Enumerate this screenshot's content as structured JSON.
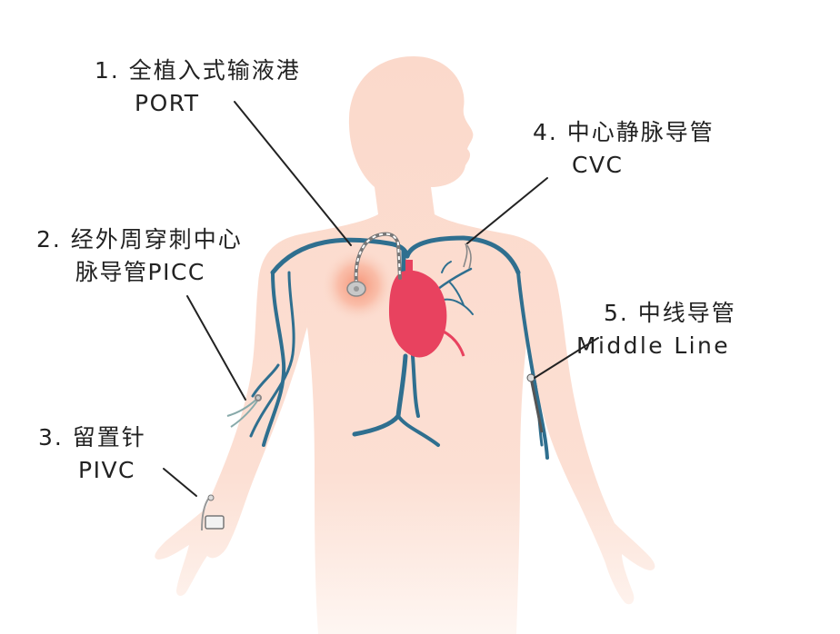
{
  "labels": {
    "port": {
      "title": "1. 全植入式输液港",
      "subtitle": "PORT"
    },
    "cvc": {
      "title": "4. 中心静脉导管",
      "subtitle": "CVC"
    },
    "picc": {
      "title": "2. 经外周穿刺中心",
      "subtitle": "脉导管PICC"
    },
    "pivc": {
      "title": "3. 留置针",
      "subtitle": "PIVC"
    },
    "midline": {
      "title": "5. 中线导管",
      "subtitle": "Middle Line"
    }
  },
  "colors": {
    "skin": "#fbdcd0",
    "skin_light": "#fde9e1",
    "vein": "#2f6f8f",
    "heart": "#e8425f",
    "port_glow": "#f7a48a",
    "leader_line": "#222222",
    "text": "#222222"
  },
  "icons": [
    "human-body-silhouette",
    "heart-icon",
    "port-device-icon",
    "catheter-icon",
    "iv-cannula-icon",
    "midline-catheter-icon"
  ]
}
